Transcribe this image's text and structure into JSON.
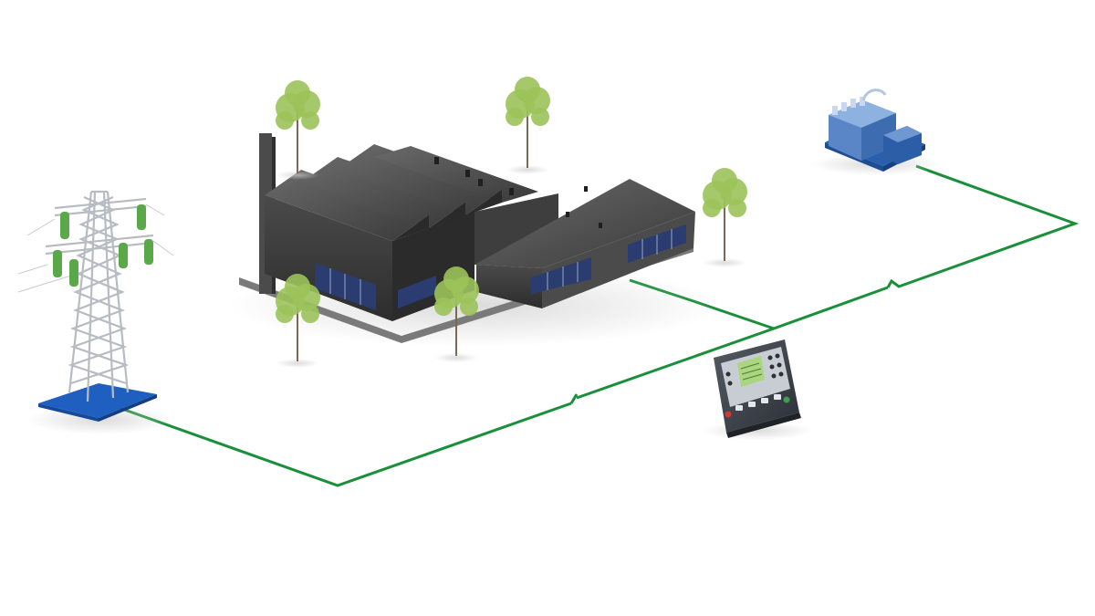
{
  "diagram": {
    "nodes": [
      {
        "id": "utility-grid",
        "icon": "transmission-tower-icon"
      },
      {
        "id": "factory",
        "icon": "factory-building-icon"
      },
      {
        "id": "generator",
        "icon": "generator-set-icon"
      },
      {
        "id": "controller",
        "icon": "controller-panel-icon"
      }
    ],
    "edges": [
      {
        "from": "utility-grid",
        "to": "generator",
        "style": "solid",
        "break": "open-gap"
      },
      {
        "from": "factory",
        "to": "bus-line",
        "style": "solid"
      }
    ]
  },
  "colors": {
    "wire": "#1a8f3a",
    "building_dark": "#3a3a3a",
    "roof": "#4a4a4a",
    "window": "#2a3c70",
    "tree": "#9bc35a",
    "tower": "#b7bcc2",
    "tower_base": "#1e5fbf",
    "insulator": "#5aa84a",
    "generator": "#5a86c8",
    "panel": "#3b4048",
    "panel_screen": "#a9d67e"
  }
}
